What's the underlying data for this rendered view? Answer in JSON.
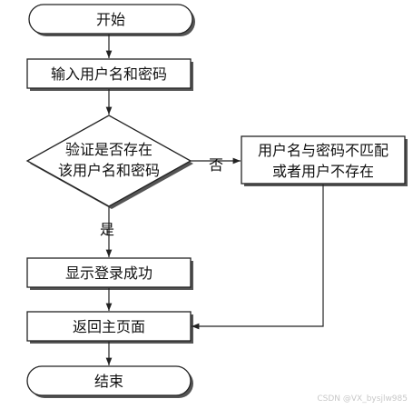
{
  "nodes": {
    "start": "开始",
    "input": "输入用户名和密码",
    "verify_line1": "验证是否存在",
    "verify_line2": "该用户名和密码",
    "error_line1": "用户名与密码不匹配",
    "error_line2": "或者用户不存在",
    "success": "显示登录成功",
    "return_home": "返回主页面",
    "end": "结束"
  },
  "edges": {
    "no_label": "否",
    "yes_label": "是"
  },
  "watermark": "CSDN @VX_bysjlw985"
}
